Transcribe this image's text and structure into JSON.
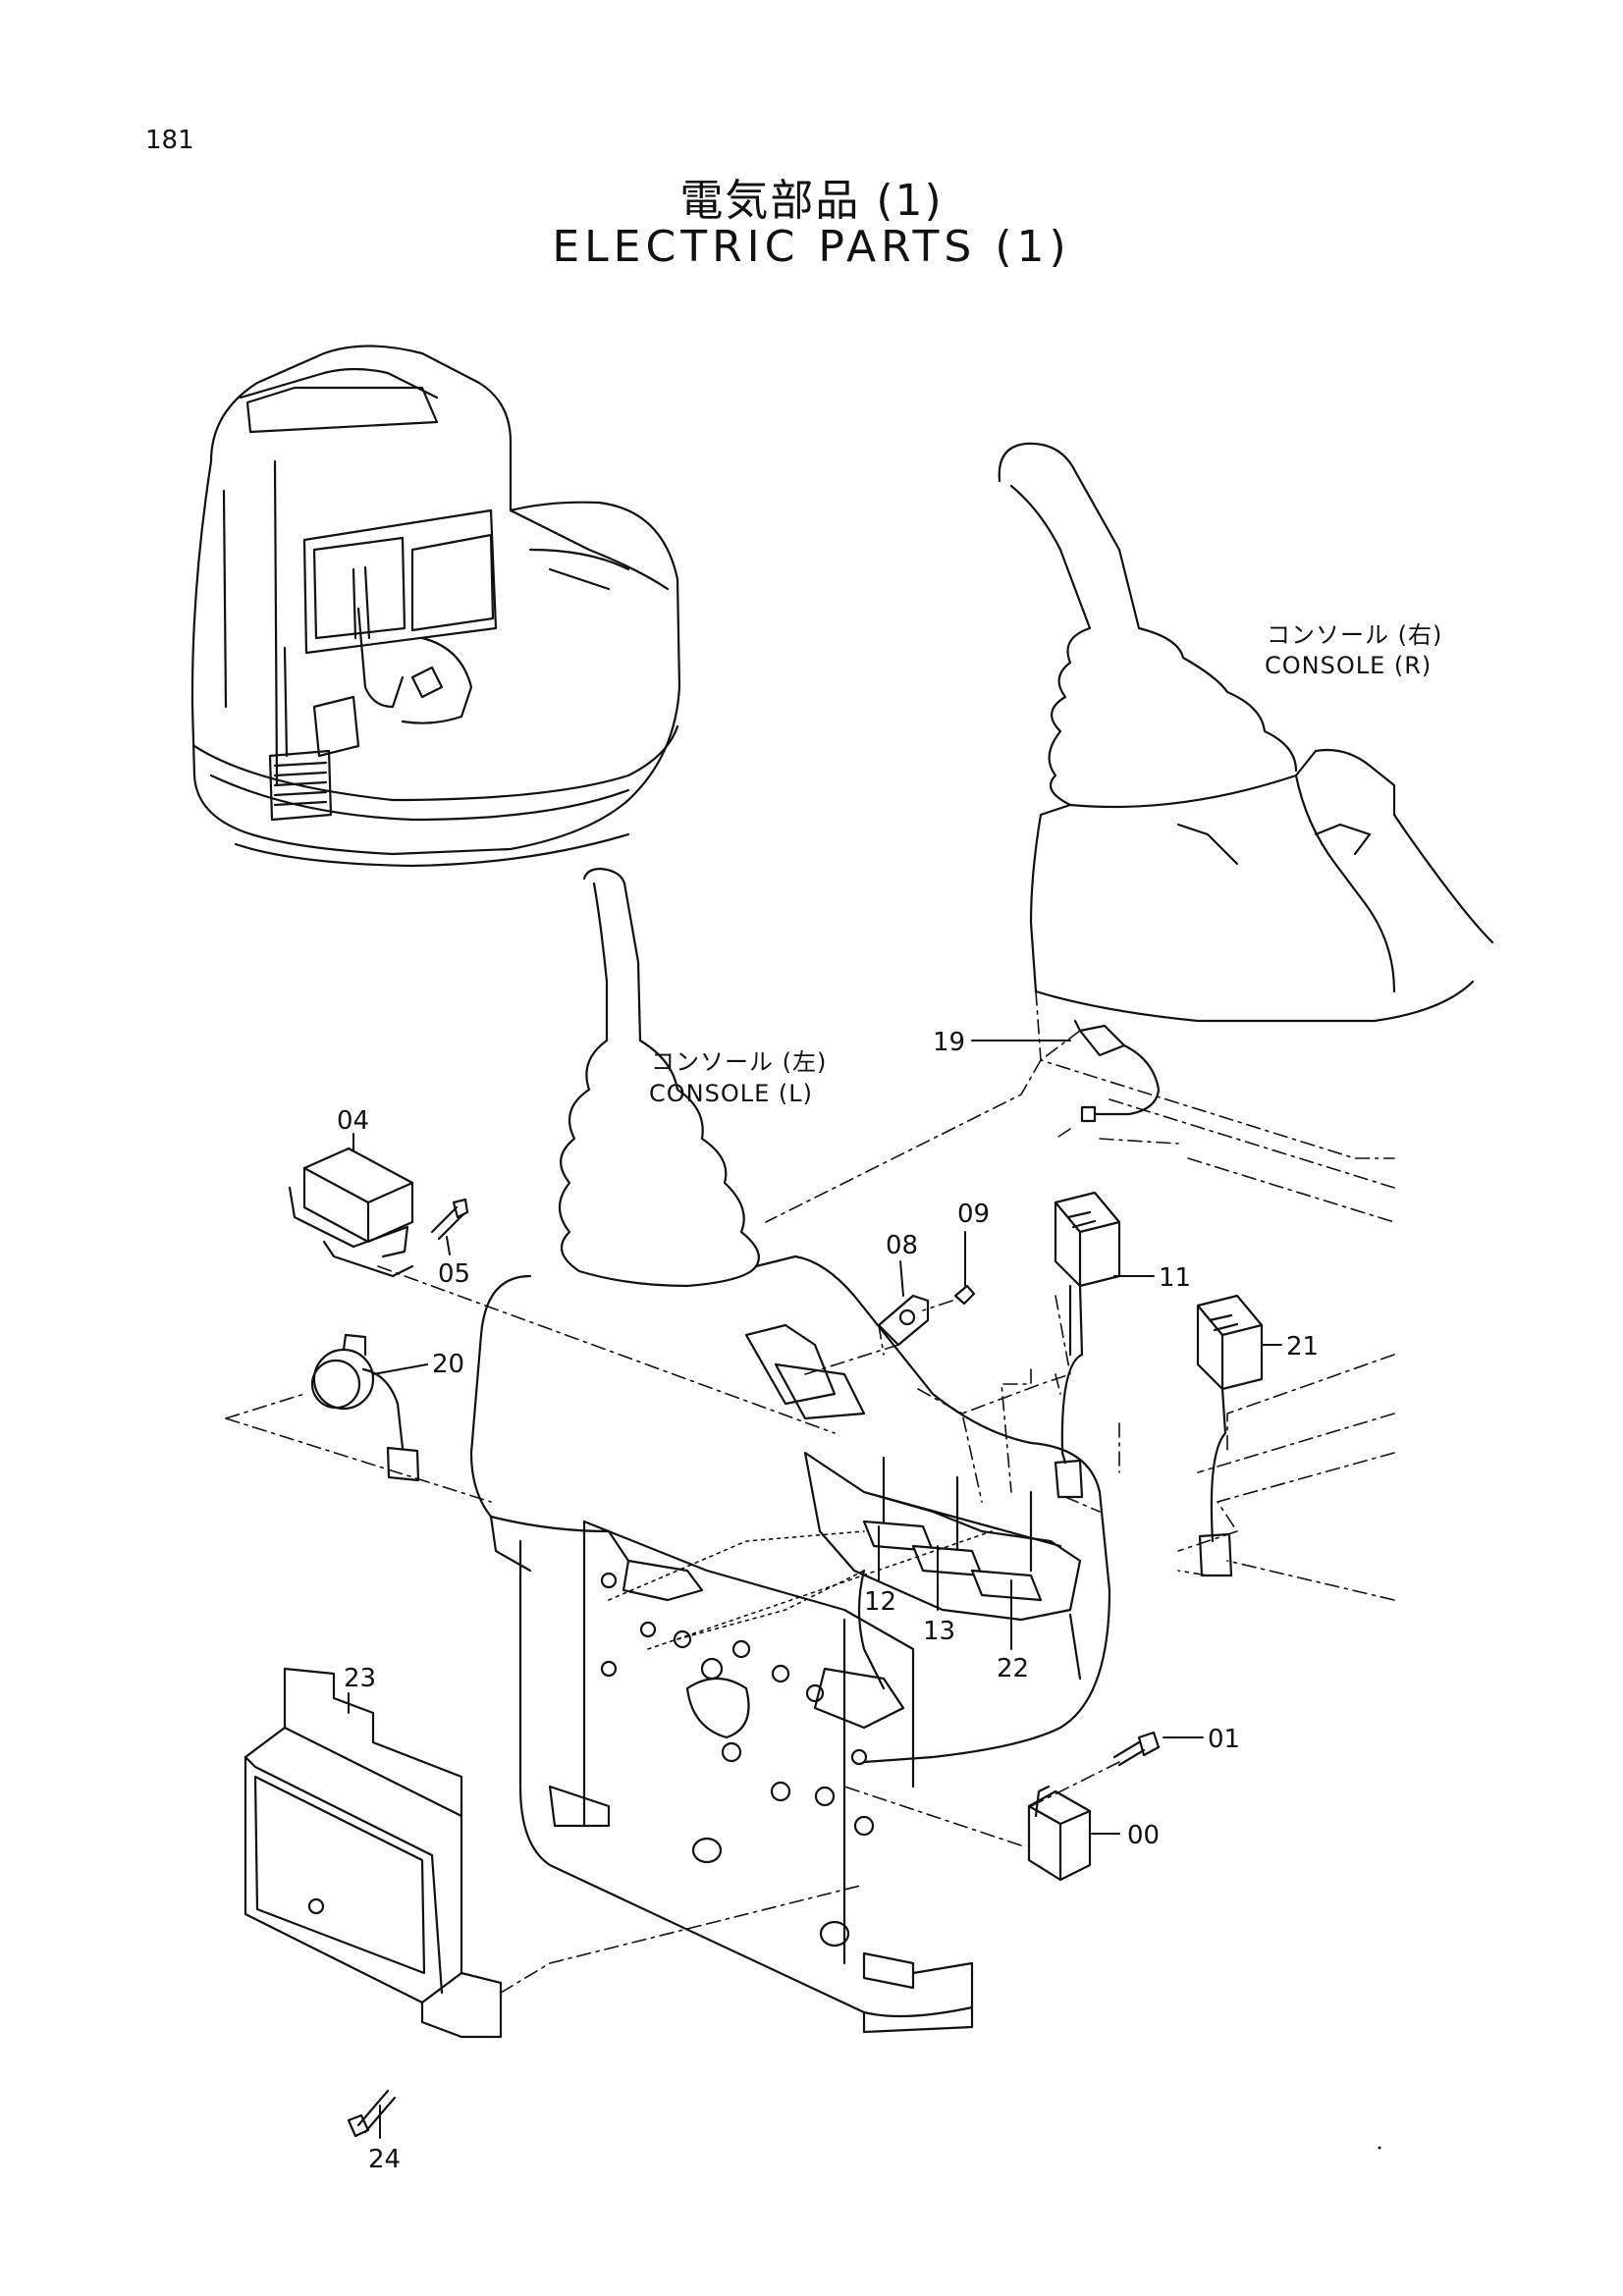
{
  "page": {
    "number": "181",
    "title_ja": "電気部品 (1)",
    "title_en": "ELECTRIC PARTS (1)"
  },
  "console_labels": {
    "right_ja": "コンソール (右)",
    "right_en": "CONSOLE (R)",
    "left_ja": "コンソール (左)",
    "left_en": "CONSOLE (L)"
  },
  "callouts": [
    "00",
    "01",
    "04",
    "05",
    "08",
    "09",
    "11",
    "12",
    "13",
    "19",
    "20",
    "21",
    "22",
    "23",
    "24"
  ]
}
